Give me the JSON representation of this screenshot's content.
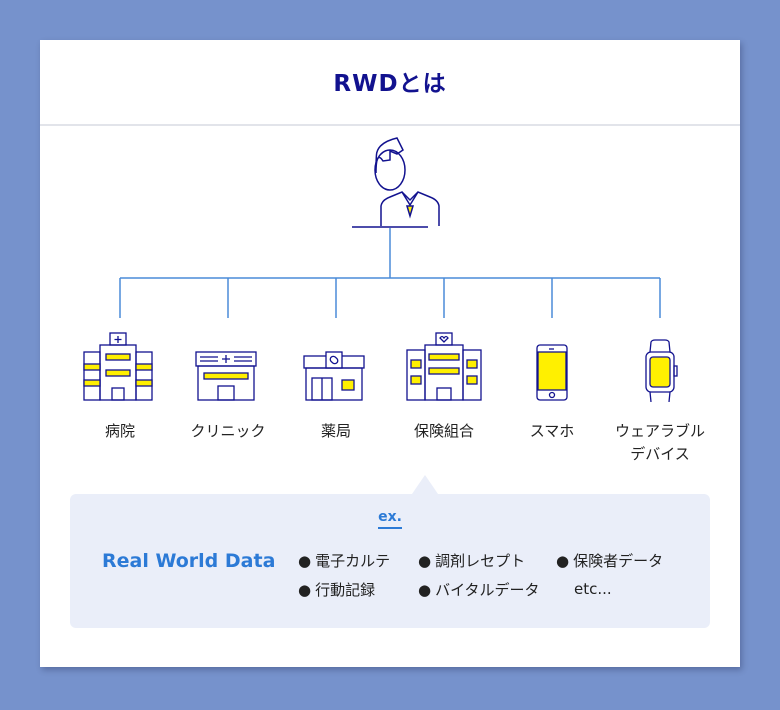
{
  "title": "RWDとは",
  "sources": [
    {
      "label": "病院",
      "icon": "hospital-icon"
    },
    {
      "label": "クリニック",
      "icon": "clinic-icon"
    },
    {
      "label": "薬局",
      "icon": "pharmacy-icon"
    },
    {
      "label": "保険組合",
      "icon": "insurance-association-icon"
    },
    {
      "label": "スマホ",
      "icon": "smartphone-icon"
    },
    {
      "label": "ウェアラブルデバイス",
      "label_line1": "ウェアラブル",
      "label_line2": "デバイス",
      "icon": "smartwatch-icon"
    }
  ],
  "panel": {
    "ex": "ex.",
    "heading": "Real World Data",
    "items": [
      "電子カルテ",
      "調剤レセプト",
      "保険者データ",
      "行動記録",
      "バイタルデータ"
    ],
    "etc": "etc..."
  },
  "colors": {
    "navy": "#12128f",
    "accent": "#2c7ad6",
    "yellow": "#fff000",
    "line": "#4a8bd8"
  }
}
